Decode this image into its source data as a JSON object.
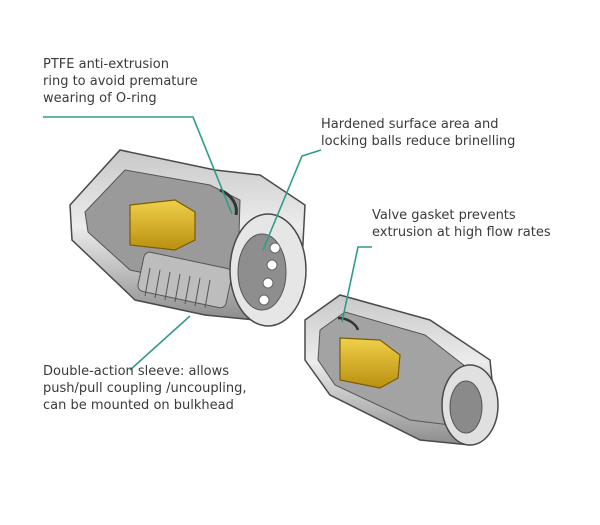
{
  "callouts": [
    {
      "id": "c1",
      "text": "PTFE anti-extrusion\nring to avoid premature\nwearing of O-ring"
    },
    {
      "id": "c2",
      "text": "Hardened surface area and\nlocking balls reduce brinelling"
    },
    {
      "id": "c3",
      "text": "Valve gasket prevents\nextrusion at high flow rates"
    },
    {
      "id": "c4",
      "text": "Double-action sleeve: allows\npush/pull coupling /uncoupling,\ncan be mounted on bulkhead"
    }
  ],
  "colors": {
    "leader": "#2e9c8c",
    "steel_light": "#d9d9d9",
    "steel_mid": "#a9a9a9",
    "steel_dark": "#6e6e6e",
    "brass": "#d8b12c",
    "outline": "#4a4a4a"
  }
}
